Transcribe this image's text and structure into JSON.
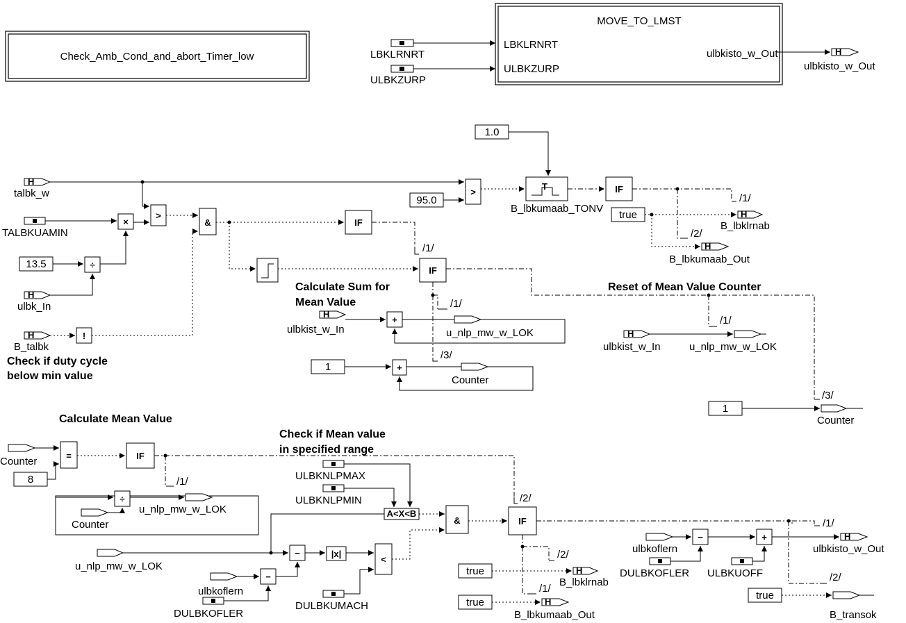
{
  "blocks": {
    "check_amb_cond": "Check_Amb_Cond_and_abort_Timer_low",
    "move_to_lmst": "MOVE_TO_LMST",
    "move_in_1": "LBKLRNRT",
    "move_in_2": "ULBKZURP",
    "move_out": "ulbkisto_w_Out"
  },
  "headings": {
    "duty_cycle": [
      "Check if duty cycle",
      "below min value"
    ],
    "calc_sum": [
      "Calculate Sum for",
      "Mean Value"
    ],
    "reset_counter": "Reset of Mean Value Counter",
    "calc_mean": "Calculate Mean Value",
    "check_range": [
      "Check if Mean value",
      "in specified range"
    ]
  },
  "signals": {
    "lbklrnrt": "LBKLRNRT",
    "ulbkzurp": "ULBKZURP",
    "ulbkisto_out_top": "ulbkisto_w_Out",
    "talbk_w": "talbk_w",
    "talbkuamin": "TALBKUAMIN",
    "ulbk_in": "ulbk_In",
    "b_talbk": "B_talbk",
    "ulbkist_in_1": "ulbkist_w_In",
    "u_nlp_1": "u_nlp_mw_w_LOK",
    "counter_1": "Counter",
    "b_lbklrnab_1": "B_lbklrnab",
    "b_lbkumaab_out_1": "B_lbkumaab_Out",
    "b_lbkumaab_tonv": "B_lbkumaab_TONV",
    "ulbkist_in_2": "ulbkist_w_In",
    "u_nlp_2": "u_nlp_mw_w_LOK",
    "counter_2": "Counter",
    "counter_in": "Counter",
    "counter_3": "Counter",
    "u_nlp_3": "u_nlp_mw_w_LOK",
    "u_nlp_4": "u_nlp_mw_w_LOK",
    "ulbknlpmax": "ULBKNLPMAX",
    "ulbknlpmin": "ULBKNLPMIN",
    "ulbkoflern_1": "ulbkoflern",
    "dulbkofler_1": "DULBKOFLER",
    "dulbkumach": "DULBKUMACH",
    "b_lbklrnab_2": "B_lbklrnab",
    "b_lbkumaab_out_2": "B_lbkumaab_Out",
    "ulbkoflern_2": "ulbkoflern",
    "dulbkofler_2": "DULBKOFLER",
    "ulbkuoff": "ULBKUOFF",
    "ulbkisto_out_bottom": "ulbkisto_w_Out",
    "b_transok": "B_transok"
  },
  "constants": {
    "c_1_0": "1.0",
    "c_95_0": "95.0",
    "c_13_5": "13.5",
    "c_true_1": "true",
    "c_1_a": "1",
    "c_1_b": "1",
    "c_8": "8",
    "c_true_2": "true",
    "c_true_3": "true",
    "c_true_4": "true"
  },
  "operators": {
    "gt": ">",
    "mul": "×",
    "div": "÷",
    "and": "&",
    "not": "!",
    "plus": "+",
    "minus": "−",
    "eq": "=",
    "lt": "<",
    "abs": "|x|",
    "range": "A<X<B",
    "if": "IF",
    "tonv": "T"
  },
  "branch_tags": {
    "t1": "/1/",
    "t2": "/2/",
    "t3": "/3/"
  }
}
